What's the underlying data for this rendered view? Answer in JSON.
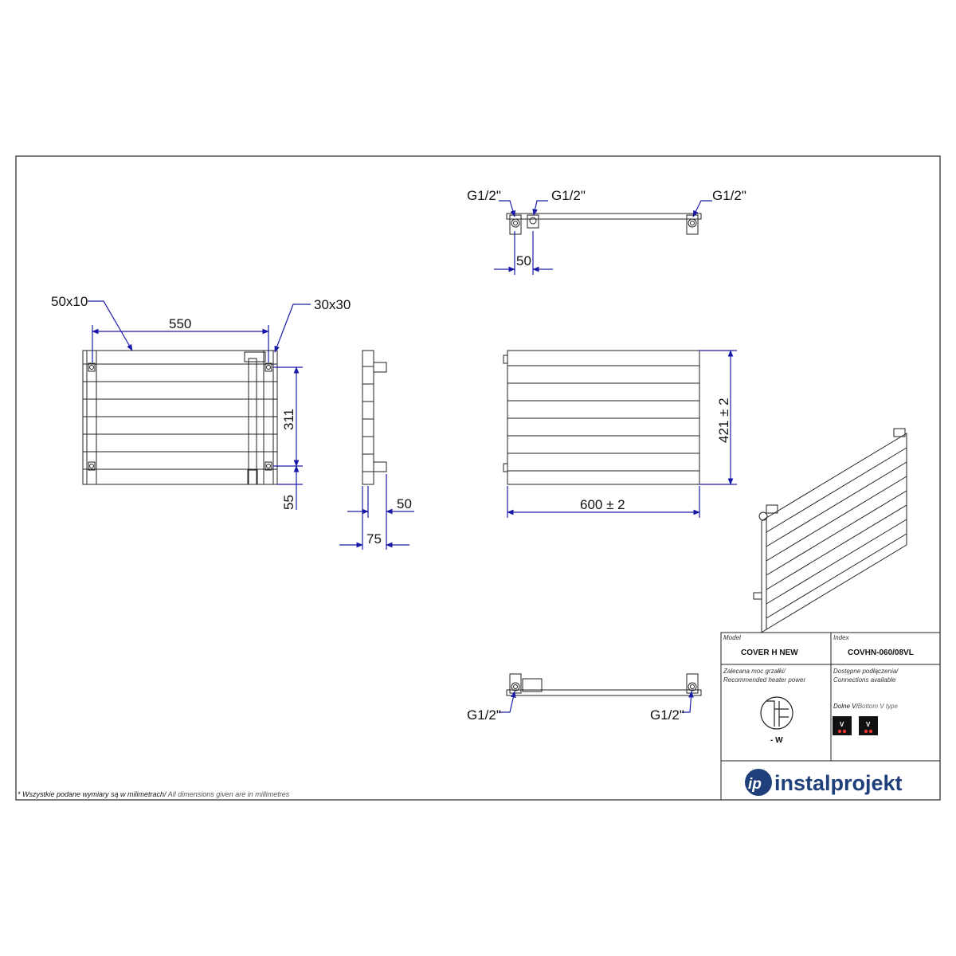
{
  "dimensions": {
    "total_height": "421  ± 2",
    "total_width": "600  ± 2",
    "bracket_spacing_h": "550",
    "bracket_spacing_v": "311",
    "bottom_offset": "55",
    "depth_to_wall": "50",
    "depth_total": "75",
    "connection_spacing": "50",
    "flat_profile": "50x10",
    "collector_profile": "30x30"
  },
  "connections": {
    "top_view": [
      "G1/2\"",
      "G1/2\"",
      "G1/2\""
    ],
    "bottom_view": [
      "G1/2\"",
      "G1/2\""
    ]
  },
  "title_block": {
    "model_label": "Model",
    "model_value": "COVER H NEW",
    "index_label": "Index",
    "index_value": "COVHN-060/08VL",
    "heater_label_pl": "Zalecana moc grzałki/",
    "heater_label_en": "Recommended heater power",
    "heater_value": "- W",
    "conn_label_pl": "Dostępne podłączenia/",
    "conn_label_en": "Connections available",
    "conn_type_pl": "Dolne V/",
    "conn_type_en": "Bottom V type",
    "conn_badges": [
      "V",
      "V"
    ]
  },
  "footnote": {
    "pl": "* Wszystkie podane wymiary są w milimetrach/",
    "en": " All dimensions given are in millimetres"
  },
  "brand": {
    "logo_text": "instalprojekt",
    "logo_mark": "ip",
    "color": "#1f3f7a"
  },
  "colors": {
    "dimension": "#1a1aa8",
    "line": "#222222"
  }
}
